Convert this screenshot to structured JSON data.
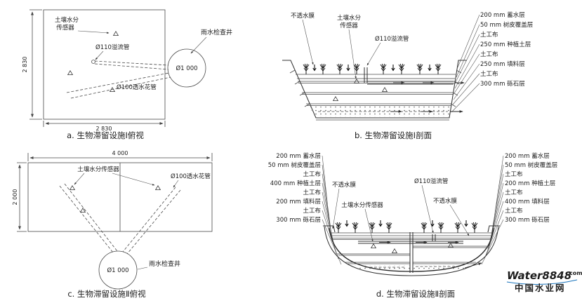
{
  "figure": {
    "colors": {
      "line": "#4a4a4a",
      "brand_blue": "#1b75bc",
      "brand_red": "#e8262d"
    },
    "panel_a": {
      "caption": "a. 生物滞留设施Ⅰ俯视",
      "soil_sensor_line1": "土壤水分",
      "soil_sensor_line2": "传感器",
      "overflow_pipe": "Ø110溢流管",
      "perforated_pipe": "Ø100透水花管",
      "inspection_well": "雨水检查井",
      "well_diameter": "Ø1 000",
      "dim_width": "2 830",
      "dim_height": "2 830"
    },
    "panel_b": {
      "caption": "b. 生物滞留设施Ⅰ剖面",
      "membrane": "不透水膜",
      "soil_sensor_line1": "土壤水分",
      "soil_sensor_line2": "传感器",
      "overflow_pipe": "Ø110溢流管",
      "layers": [
        "200 mm 蓄水层",
        "50 mm 树皮覆盖层",
        "土工布",
        "250 mm 种植土层",
        "土工布",
        "250 mm 填料层",
        "土工布",
        "300 mm 砾石层"
      ]
    },
    "panel_c": {
      "caption": "c. 生物滞留设施Ⅱ俯视",
      "soil_sensor": "土壤水分传感器",
      "perforated_pipe": "Ø100透水花管",
      "inspection_well": "雨水检查井",
      "well_diameter": "Ø1 000",
      "dim_width": "4 000",
      "dim_height": "2 000"
    },
    "panel_d": {
      "caption": "d. 生物滞留设施Ⅱ剖面",
      "membrane_left": "不透水膜",
      "membrane_right": "不透水膜",
      "soil_sensor": "土壤水分传感器",
      "overflow_pipe": "Ø110溢流管",
      "layers_left": [
        "200 mm 蓄水层",
        "50 mm 树皮覆盖层",
        "土工布",
        "400 mm 种植土层",
        "土工布",
        "200 mm 填料层",
        "土工布",
        "300 mm 砾石层"
      ],
      "layers_right": [
        "200 mm 蓄水层",
        "50 mm 树皮覆盖层",
        "土工布",
        "200 mm 种植土层",
        "土工布",
        "400 mm 填料层",
        "土工布",
        "300 mm 砾石层"
      ]
    },
    "watermark": {
      "brand": "Water8848",
      "domain": ".com",
      "site": "中国水业网"
    }
  }
}
